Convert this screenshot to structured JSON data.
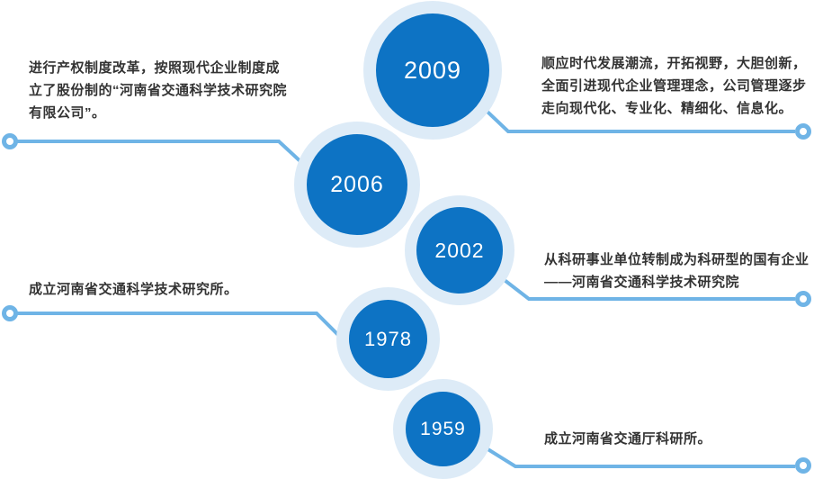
{
  "title": "企业发展历程时间轴",
  "colors": {
    "circle_fill": "#0d73c4",
    "circle_ring": "#ddebf7",
    "connector": "#6fb4e6",
    "description_text": "#333333",
    "year_text": "#ffffff"
  },
  "timeline": {
    "items": [
      {
        "year": "2009",
        "side": "right",
        "lines": [
          "顺应时代发展潮流，开拓视野，大胆创新，",
          "全面引进现代企业管理理念，公司管理逐步",
          "走向现代化、专业化、精细化、信息化。"
        ]
      },
      {
        "year": "2006",
        "side": "left",
        "lines": [
          "进行产权制度改革，按照现代企业制度成",
          "立了股份制的“河南省交通科学技术研究院",
          "有限公司”。"
        ]
      },
      {
        "year": "2002",
        "side": "right",
        "lines": [
          "从科研事业单位转制成为科研型的国有企业",
          "——河南省交通科学技术研究院"
        ]
      },
      {
        "year": "1978",
        "side": "left",
        "lines": [
          "成立河南省交通科学技术研究所。"
        ]
      },
      {
        "year": "1959",
        "side": "right",
        "lines": [
          "成立河南省交通厅科研所。"
        ]
      }
    ]
  }
}
